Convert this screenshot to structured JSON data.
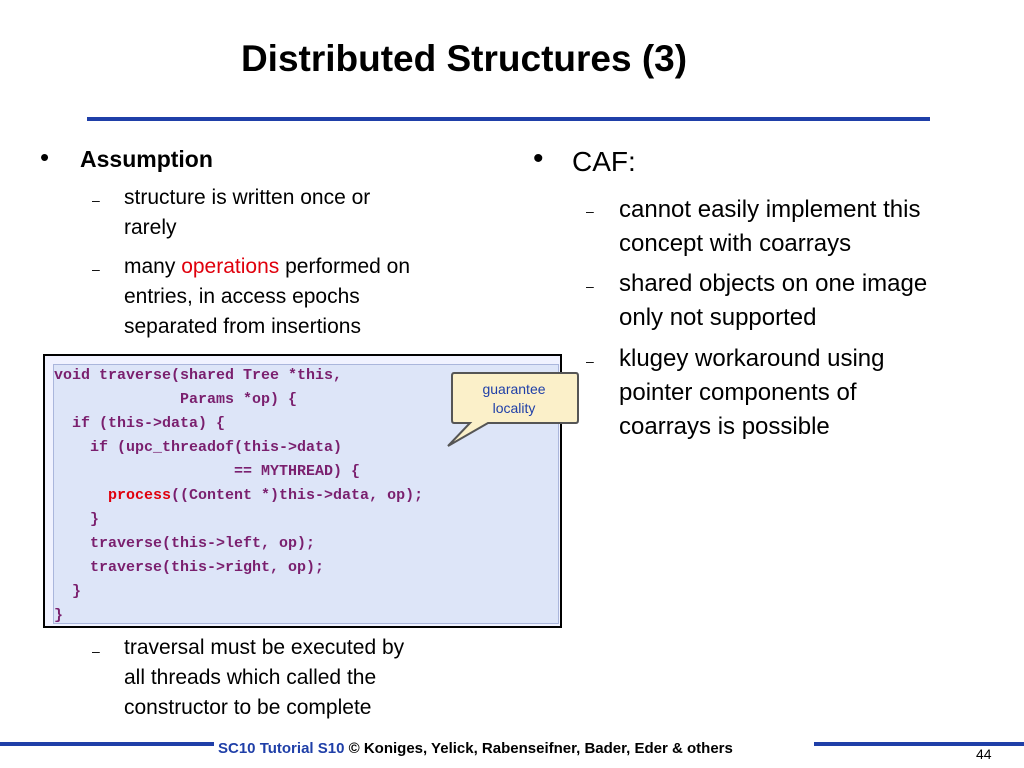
{
  "slide": {
    "title": "Distributed Structures (3)"
  },
  "left": {
    "bullet": "•",
    "heading": "Assumption",
    "dash": "–",
    "items": [
      {
        "text_line1": "structure is written once or",
        "text_line2": "rarely"
      },
      {
        "pre": "many ",
        "highlight": "operations",
        "post": " performed on",
        "text_line2": "entries, in access epochs",
        "text_line3": "separated from insertions"
      }
    ],
    "after_code": {
      "line1": "traversal must be executed by",
      "line2": "all threads which called the",
      "line3": "constructor to be complete"
    }
  },
  "code": {
    "line1": "void traverse(shared Tree *this,",
    "line2": "              Params *op) {",
    "line3": "  if (this->data) {",
    "line4": "    if (upc_threadof(this->data)",
    "line5": "                    == MYTHREAD) {",
    "line6_indent": "      ",
    "line6_keyword": "process",
    "line6_rest": "((Content *)this->data, op);",
    "line7": "    }",
    "line8": "    traverse(this->left, op);",
    "line9": "    traverse(this->right, op);",
    "line10": "  }",
    "line11": "}"
  },
  "callout": {
    "line1": "guarantee",
    "line2": "locality"
  },
  "right": {
    "bullet": "•",
    "heading": "CAF:",
    "dash": "–",
    "items": [
      {
        "line1": "cannot easily implement this",
        "line2": "concept with coarrays"
      },
      {
        "line1": "shared objects on one image",
        "line2": "only not supported"
      },
      {
        "line1": "klugey workaround using",
        "line2": "pointer components of",
        "line3": "coarrays is possible"
      }
    ]
  },
  "footer": {
    "tutorial": "SC10 Tutorial S10",
    "credits": " © Koniges, Yelick, Rabenseifner, Bader, Eder & others",
    "page": "44"
  },
  "colors": {
    "accent": "#1f3fa8",
    "highlight": "#e0000c",
    "code_text": "#7a1f6e",
    "code_bg": "#dde5f8"
  }
}
